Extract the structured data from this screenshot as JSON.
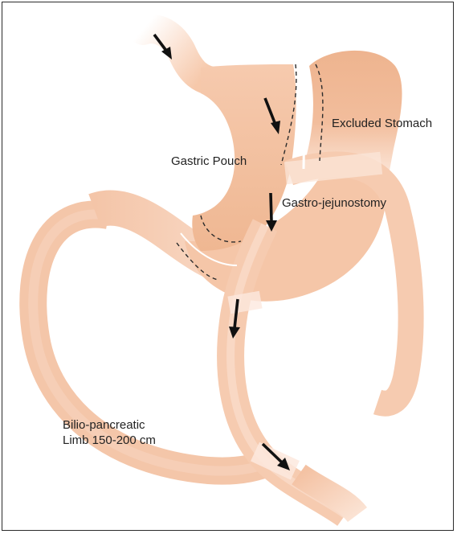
{
  "labels": {
    "gastric_pouch": "Gastric Pouch",
    "excluded_stomach": "Excluded Stomach",
    "gastro_jejunostomy": "Gastro-jejunostomy",
    "biliopancreatic_line1": "Bilio-pancreatic",
    "biliopancreatic_line2": "Limb 150-200 cm"
  },
  "colors": {
    "tissue_light": "#fbe1d2",
    "tissue_mid": "#f6c9ad",
    "tissue_dark": "#eeb48f",
    "staple_line": "#2b2b2b",
    "arrow": "#111111",
    "border": "#2b2b2b"
  },
  "icons": [
    "flow-arrow-icon",
    "staple-line"
  ]
}
